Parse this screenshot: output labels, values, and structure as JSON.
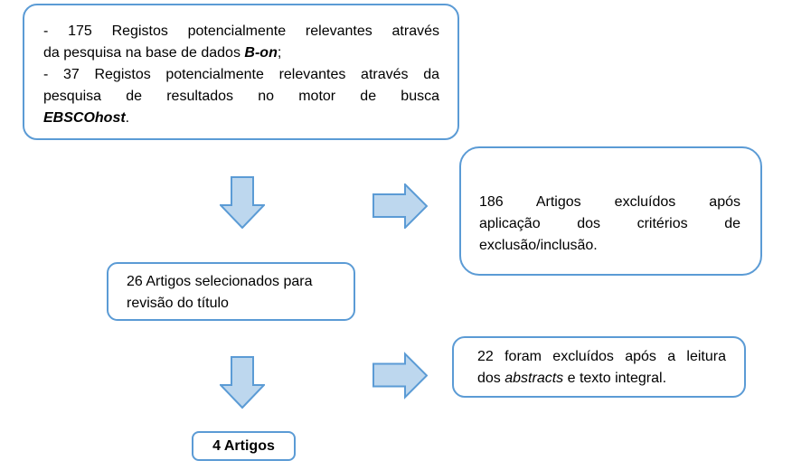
{
  "diagram": {
    "background": "#ffffff",
    "colors": {
      "box_border": "#5B9BD5",
      "box_fill": "#ffffff",
      "arrow_fill": "#BDD7EE",
      "arrow_stroke": "#5B9BD5",
      "text": "#000000"
    },
    "icons": {
      "arrow_down": "block-arrow-down",
      "arrow_right": "block-arrow-right"
    },
    "nodes": {
      "sources": {
        "line1": "- 175 Registos potencialmente relevantes através",
        "line2_pre": "da pesquisa na base de dados ",
        "line2_em": "B-on",
        "line2_post": ";",
        "line3": "- 37 Registos potencialmente relevantes através da",
        "line4": "pesquisa de resultados no motor de busca",
        "line5_em": "EBSCOhost",
        "line5_post": ".",
        "full_text": "- 175 Registos potencialmente relevantes através da pesquisa na base de dados B-on; - 37 Registos potencialmente relevantes através da pesquisa de resultados no motor de busca EBSCOhost."
      },
      "excluded_criteria": {
        "line1": "186 Artigos excluídos após",
        "line2": "aplicação dos critérios de",
        "line3": "exclusão/inclusão.",
        "full_text": "186 Artigos excluídos após aplicação dos critérios de exclusão/inclusão."
      },
      "selected_title": {
        "line1": "26 Artigos selecionados para",
        "line2": "revisão do título",
        "full_text": "26 Artigos selecionados para revisão do título"
      },
      "excluded_reading": {
        "line1": "22 foram excluídos após a leitura",
        "line2_pre": "dos ",
        "line2_em": "abstracts",
        "line2_post": " e texto integral.",
        "full_text": "22 foram excluídos após a leitura dos abstracts e texto integral."
      },
      "final_articles": {
        "text": "4 Artigos"
      }
    }
  }
}
